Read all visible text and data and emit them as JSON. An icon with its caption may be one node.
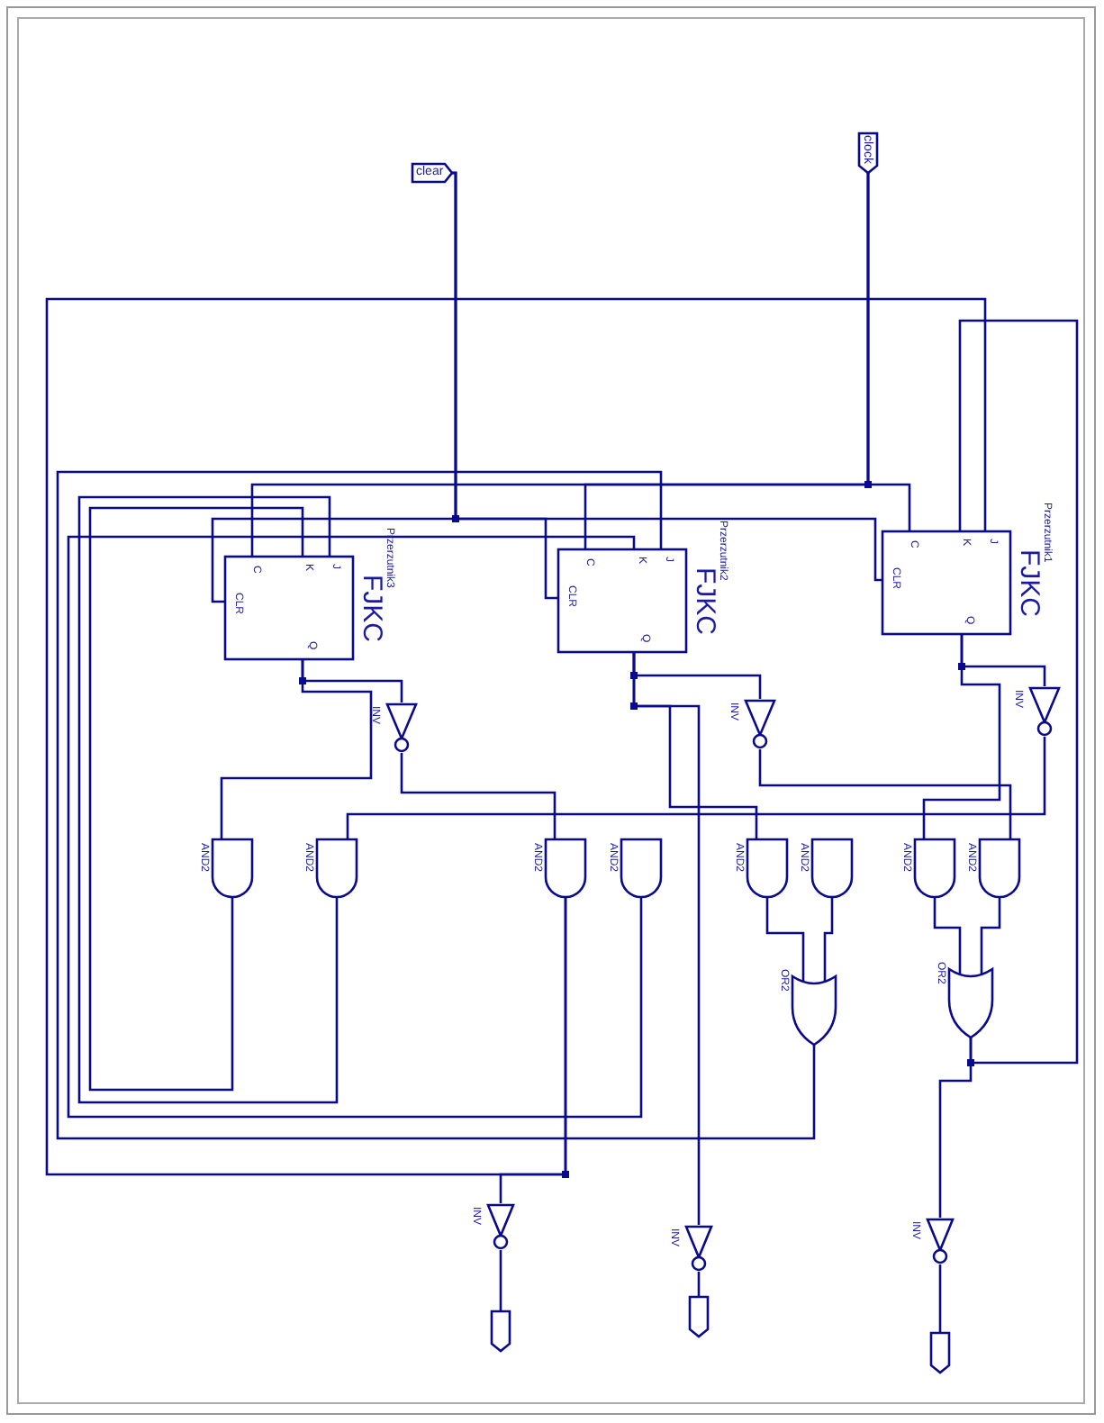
{
  "diagram": {
    "nodes": [
      {
        "text": [
          "clear"
        ]
      },
      {
        "text": [
          "clock"
        ]
      },
      {
        "text": [
          "C",
          "K",
          "J",
          "CLR",
          "Q"
        ],
        "beside": [
          "FJKC",
          "Przerzutnik3"
        ]
      },
      {
        "text": [
          "C",
          "K",
          "J",
          "CLR",
          "Q"
        ],
        "beside": [
          "FJKC",
          "Przerzutnik2"
        ]
      },
      {
        "text": [
          "C",
          "K",
          "J",
          "CLR",
          "Q"
        ],
        "beside": [
          "FJKC",
          "Przerzutnik1"
        ]
      },
      {
        "text": [
          "INV"
        ]
      },
      {
        "text": [
          "INV"
        ]
      },
      {
        "text": [
          "INV"
        ]
      },
      {
        "text": [
          "AND2"
        ]
      },
      {
        "text": [
          "AND2"
        ]
      },
      {
        "text": [
          "AND2"
        ]
      },
      {
        "text": [
          "AND2"
        ]
      },
      {
        "text": [
          "AND2"
        ]
      },
      {
        "text": [
          "AND2"
        ]
      },
      {
        "text": [
          "AND2"
        ]
      },
      {
        "text": [
          "AND2"
        ]
      },
      {
        "text": [
          "OR2"
        ]
      },
      {
        "text": [
          "OR2"
        ]
      },
      {
        "text": [
          "INV"
        ]
      },
      {
        "text": [
          "INV"
        ]
      },
      {
        "text": [
          "INV"
        ]
      },
      {
        "text": [],
        "shape": "box"
      },
      {
        "text": [],
        "shape": "box"
      },
      {
        "text": [],
        "shape": "box"
      }
    ],
    "edges": [
      {
        "from": 0,
        "to": 2,
        "arrow": "none"
      },
      {
        "from": 0,
        "to": 3,
        "arrow": "none"
      },
      {
        "from": 0,
        "to": 4,
        "arrow": "none"
      },
      {
        "from": 1,
        "to": 2,
        "arrow": "none"
      },
      {
        "from": 1,
        "to": 3,
        "arrow": "none"
      },
      {
        "from": 1,
        "to": 4,
        "arrow": "none"
      },
      {
        "from": 2,
        "to": 5,
        "arrow": "none"
      },
      {
        "from": 3,
        "to": 6,
        "arrow": "none"
      },
      {
        "from": 4,
        "to": 7,
        "arrow": "none"
      },
      {
        "from": 5,
        "to": 10,
        "arrow": "none"
      },
      {
        "from": 2,
        "to": 8,
        "arrow": "none"
      },
      {
        "from": 6,
        "to": 15,
        "arrow": "none"
      },
      {
        "from": 3,
        "to": 12,
        "arrow": "none"
      },
      {
        "from": 7,
        "to": 9,
        "arrow": "none"
      },
      {
        "from": 4,
        "to": 14,
        "arrow": "none"
      },
      {
        "from": 12,
        "to": 16,
        "arrow": "none"
      },
      {
        "from": 13,
        "to": 16,
        "arrow": "none"
      },
      {
        "from": 14,
        "to": 17,
        "arrow": "none"
      },
      {
        "from": 15,
        "to": 17,
        "arrow": "none"
      },
      {
        "from": 8,
        "to": 2,
        "arrow": "none"
      },
      {
        "from": 9,
        "to": 2,
        "arrow": "none"
      },
      {
        "from": 10,
        "to": 18,
        "arrow": "none"
      },
      {
        "from": 11,
        "to": 3,
        "arrow": "none"
      },
      {
        "from": 16,
        "to": 3,
        "arrow": "none"
      },
      {
        "from": 3,
        "to": 19,
        "arrow": "none"
      },
      {
        "from": 17,
        "to": 20,
        "arrow": "none"
      },
      {
        "from": 17,
        "to": 4,
        "arrow": "none"
      },
      {
        "from": 10,
        "to": 4,
        "arrow": "none"
      },
      {
        "from": 18,
        "to": 21,
        "arrow": "none"
      },
      {
        "from": 19,
        "to": 22,
        "arrow": "none"
      },
      {
        "from": 20,
        "to": 23,
        "arrow": "none"
      }
    ]
  }
}
